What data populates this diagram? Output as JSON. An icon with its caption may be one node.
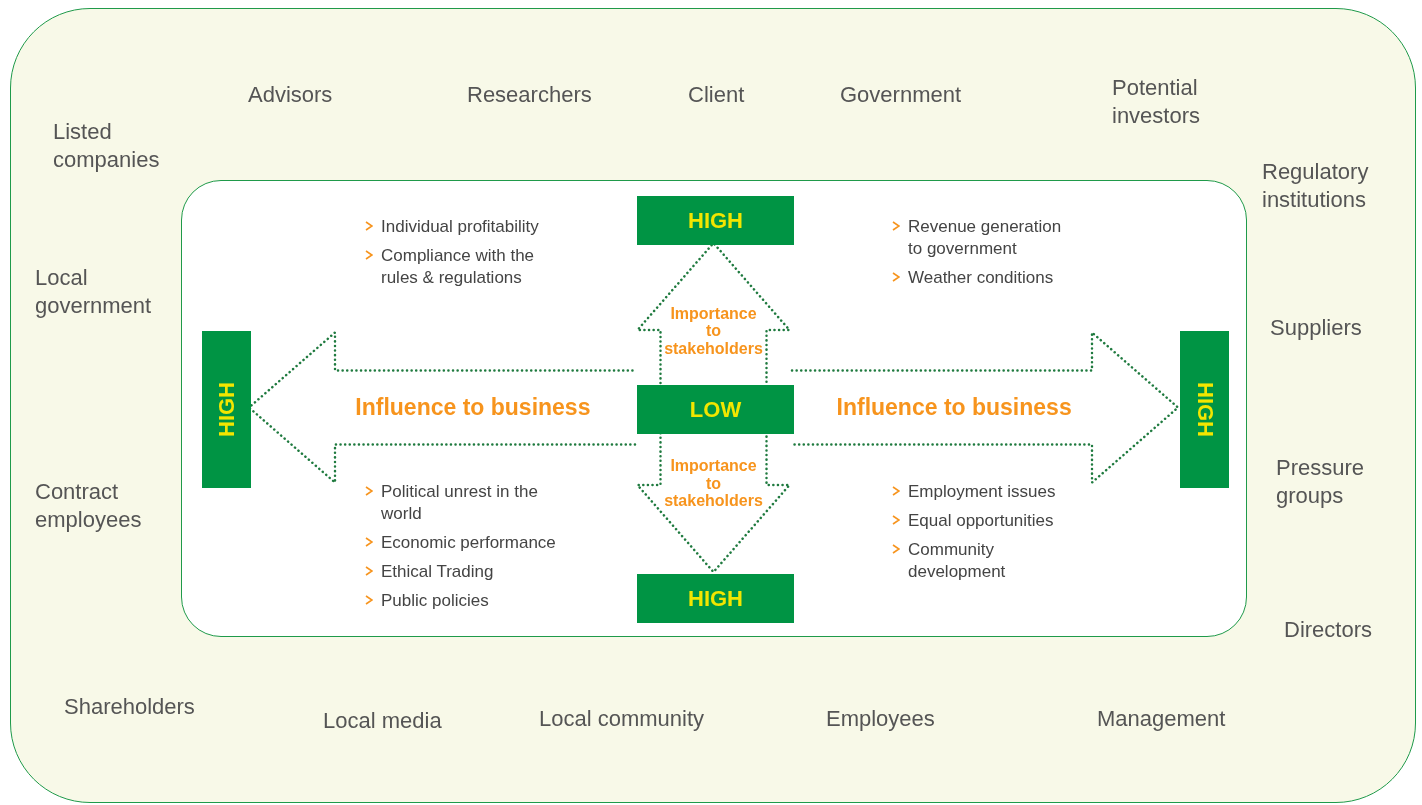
{
  "diagram": {
    "nodes": [
      {
        "text": [],
        "shape": "box"
      },
      {
        "text": [],
        "shape": "box",
        "in": 0
      },
      {
        "text": [
          "HIGH"
        ],
        "in": 1
      },
      {
        "text": [
          "HIGH"
        ],
        "in": 1
      },
      {
        "text": [
          "LOW"
        ],
        "in": 1
      },
      {
        "text": [
          "HIGH"
        ],
        "in": 1
      },
      {
        "text": [
          "HIGH"
        ],
        "in": 1
      }
    ],
    "edges": [
      {
        "from": 4,
        "to": 2,
        "arrow": "to",
        "label": "Importance to stakeholders",
        "style": "dashed"
      },
      {
        "from": 4,
        "to": 3,
        "arrow": "to",
        "label": "Influence to business",
        "style": "dashed"
      },
      {
        "from": 4,
        "to": 5,
        "arrow": "to",
        "label": "Influence to business",
        "style": "dashed"
      },
      {
        "from": 4,
        "to": 6,
        "arrow": "to",
        "label": "Importance to stakeholders",
        "style": "dashed"
      }
    ],
    "labels": [
      "Advisors",
      "Researchers",
      "Client",
      "Government",
      "Potential investors",
      "Listed companies",
      "Regulatory institutions",
      "Local government",
      "Suppliers",
      "Pressure groups",
      "Contract employees",
      "Directors",
      "Shareholders",
      "Local media",
      "Local community",
      "Employees",
      "Management",
      "Individual profitability",
      "Compliance with the rules & regulations",
      "Revenue generation to government",
      "Weather conditions",
      "Political unrest in the world",
      "Economic performance",
      "Ethical Trading",
      "Public policies",
      "Employment issues",
      "Equal opportunities",
      "Community development"
    ]
  }
}
